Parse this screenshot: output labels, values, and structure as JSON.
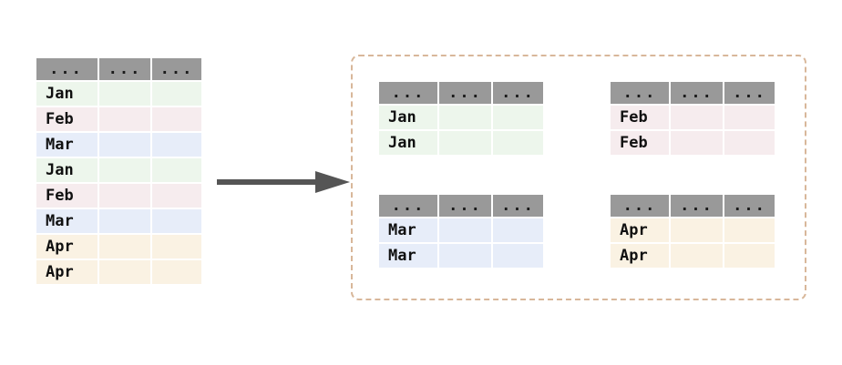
{
  "diagram": {
    "title": "group-by split diagram",
    "arrow": {
      "name": "transform-arrow",
      "color": "#555555"
    },
    "group_box": {
      "name": "grouped-output-container",
      "border_color": "#d8b79a",
      "border_style": "dashed"
    },
    "colors": {
      "header_gray": "#999999",
      "jan": "#edf6ec",
      "feb": "#f6ecee",
      "mar": "#e7edf9",
      "apr": "#faf2e3",
      "text": "#101010",
      "background": "#ffffff"
    }
  },
  "source_table": {
    "name": "source-table",
    "headers": [
      "...",
      "...",
      "..."
    ],
    "rows": [
      {
        "key": "Jan",
        "tint": "r-jan",
        "cells": [
          "Jan",
          "",
          ""
        ]
      },
      {
        "key": "Feb",
        "tint": "r-feb",
        "cells": [
          "Feb",
          "",
          ""
        ]
      },
      {
        "key": "Mar",
        "tint": "r-mar",
        "cells": [
          "Mar",
          "",
          ""
        ]
      },
      {
        "key": "Jan",
        "tint": "r-jan",
        "cells": [
          "Jan",
          "",
          ""
        ]
      },
      {
        "key": "Feb",
        "tint": "r-feb",
        "cells": [
          "Feb",
          "",
          ""
        ]
      },
      {
        "key": "Mar",
        "tint": "r-mar",
        "cells": [
          "Mar",
          "",
          ""
        ]
      },
      {
        "key": "Apr",
        "tint": "r-apr",
        "cells": [
          "Apr",
          "",
          ""
        ]
      },
      {
        "key": "Apr",
        "tint": "r-apr",
        "cells": [
          "Apr",
          "",
          ""
        ]
      }
    ]
  },
  "group_tables": [
    {
      "name": "group-table-jan",
      "group_key": "Jan",
      "tint": "r-jan",
      "headers": [
        "...",
        "...",
        "..."
      ],
      "rows": [
        {
          "cells": [
            "Jan",
            "",
            ""
          ]
        },
        {
          "cells": [
            "Jan",
            "",
            ""
          ]
        }
      ]
    },
    {
      "name": "group-table-feb",
      "group_key": "Feb",
      "tint": "r-feb",
      "headers": [
        "...",
        "...",
        "..."
      ],
      "rows": [
        {
          "cells": [
            "Feb",
            "",
            ""
          ]
        },
        {
          "cells": [
            "Feb",
            "",
            ""
          ]
        }
      ]
    },
    {
      "name": "group-table-mar",
      "group_key": "Mar",
      "tint": "r-mar",
      "headers": [
        "...",
        "...",
        "..."
      ],
      "rows": [
        {
          "cells": [
            "Mar",
            "",
            ""
          ]
        },
        {
          "cells": [
            "Mar",
            "",
            ""
          ]
        }
      ]
    },
    {
      "name": "group-table-apr",
      "group_key": "Apr",
      "tint": "r-apr",
      "headers": [
        "...",
        "...",
        "..."
      ],
      "rows": [
        {
          "cells": [
            "Apr",
            "",
            ""
          ]
        },
        {
          "cells": [
            "Apr",
            "",
            ""
          ]
        }
      ]
    }
  ]
}
